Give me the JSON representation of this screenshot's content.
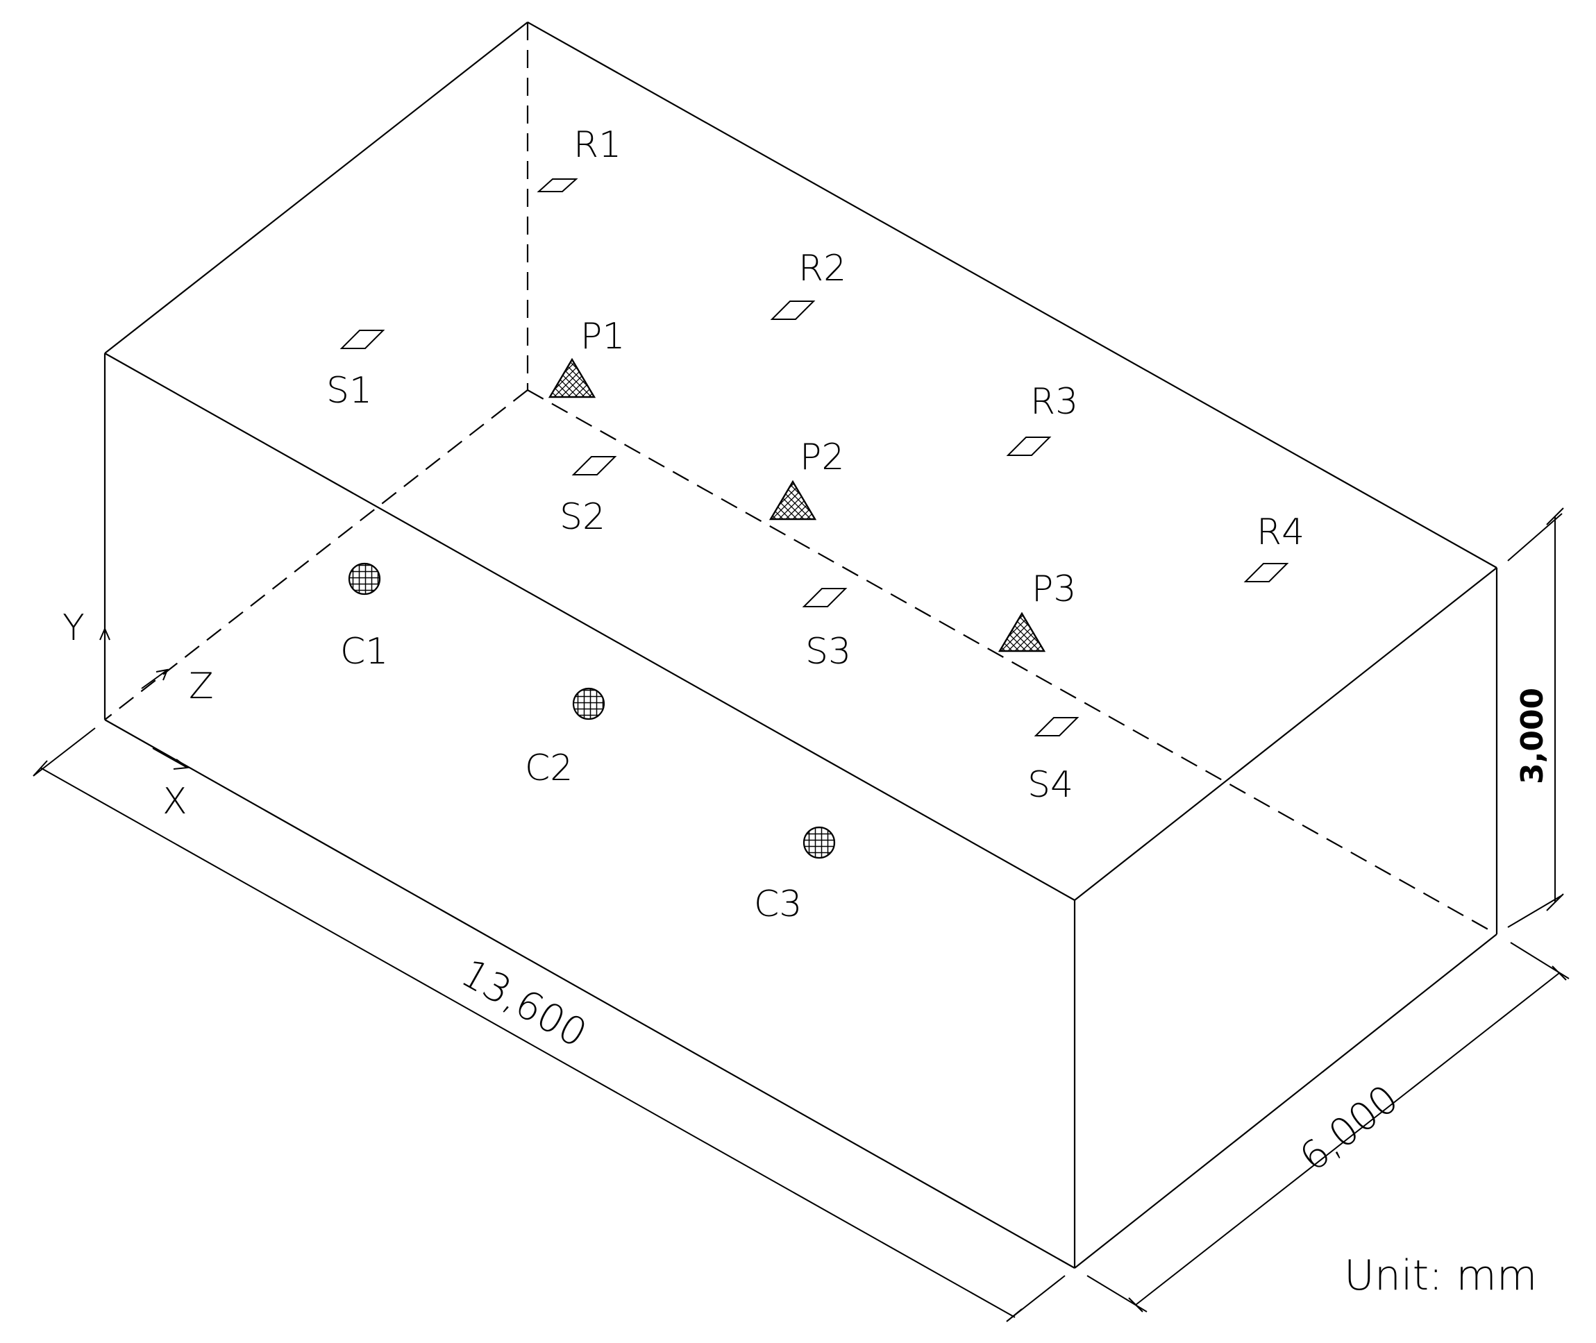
{
  "dimensions": {
    "length_label": "13,600",
    "width_label": "6,000",
    "height_label": "3,000"
  },
  "axes": {
    "x_label": "X",
    "y_label": "Y",
    "z_label": "Z"
  },
  "unit_label": "Unit: mm",
  "markers": {
    "receivers": [
      "R1",
      "R2",
      "R3",
      "R4"
    ],
    "sources": [
      "S1",
      "S2",
      "S3",
      "S4"
    ],
    "points": [
      "P1",
      "P2",
      "P3"
    ],
    "ceiling_points": [
      "C1",
      "C2",
      "C3"
    ]
  }
}
